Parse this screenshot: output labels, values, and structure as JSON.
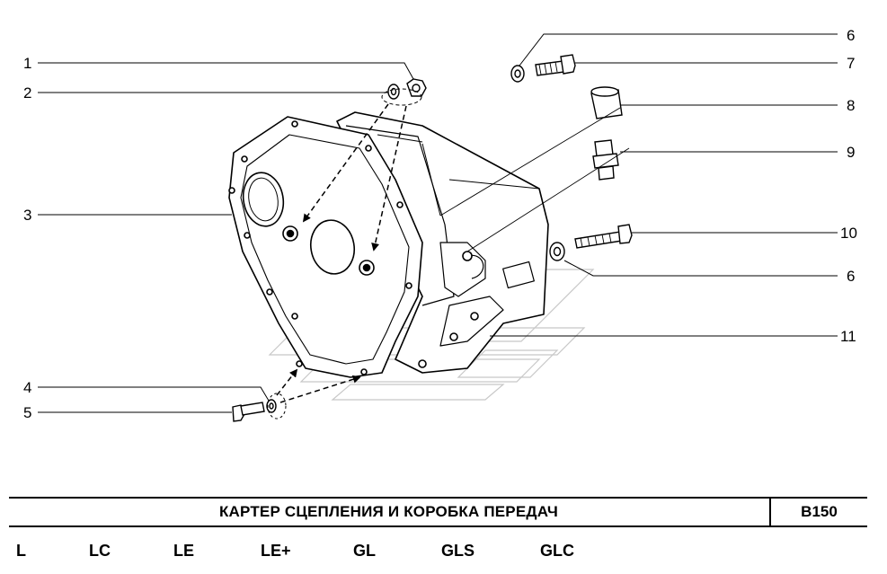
{
  "callouts": [
    "1",
    "2",
    "3",
    "4",
    "5",
    "6",
    "7",
    "8",
    "9",
    "10",
    "6",
    "11"
  ],
  "footer": {
    "title": "КАРТЕР СЦЕПЛЕНИЯ И КОРОБКА ПЕРЕДАЧ",
    "code": "B150"
  },
  "variants": [
    "L",
    "LC",
    "LE",
    "LE+",
    "GL",
    "GLS",
    "GLC"
  ]
}
